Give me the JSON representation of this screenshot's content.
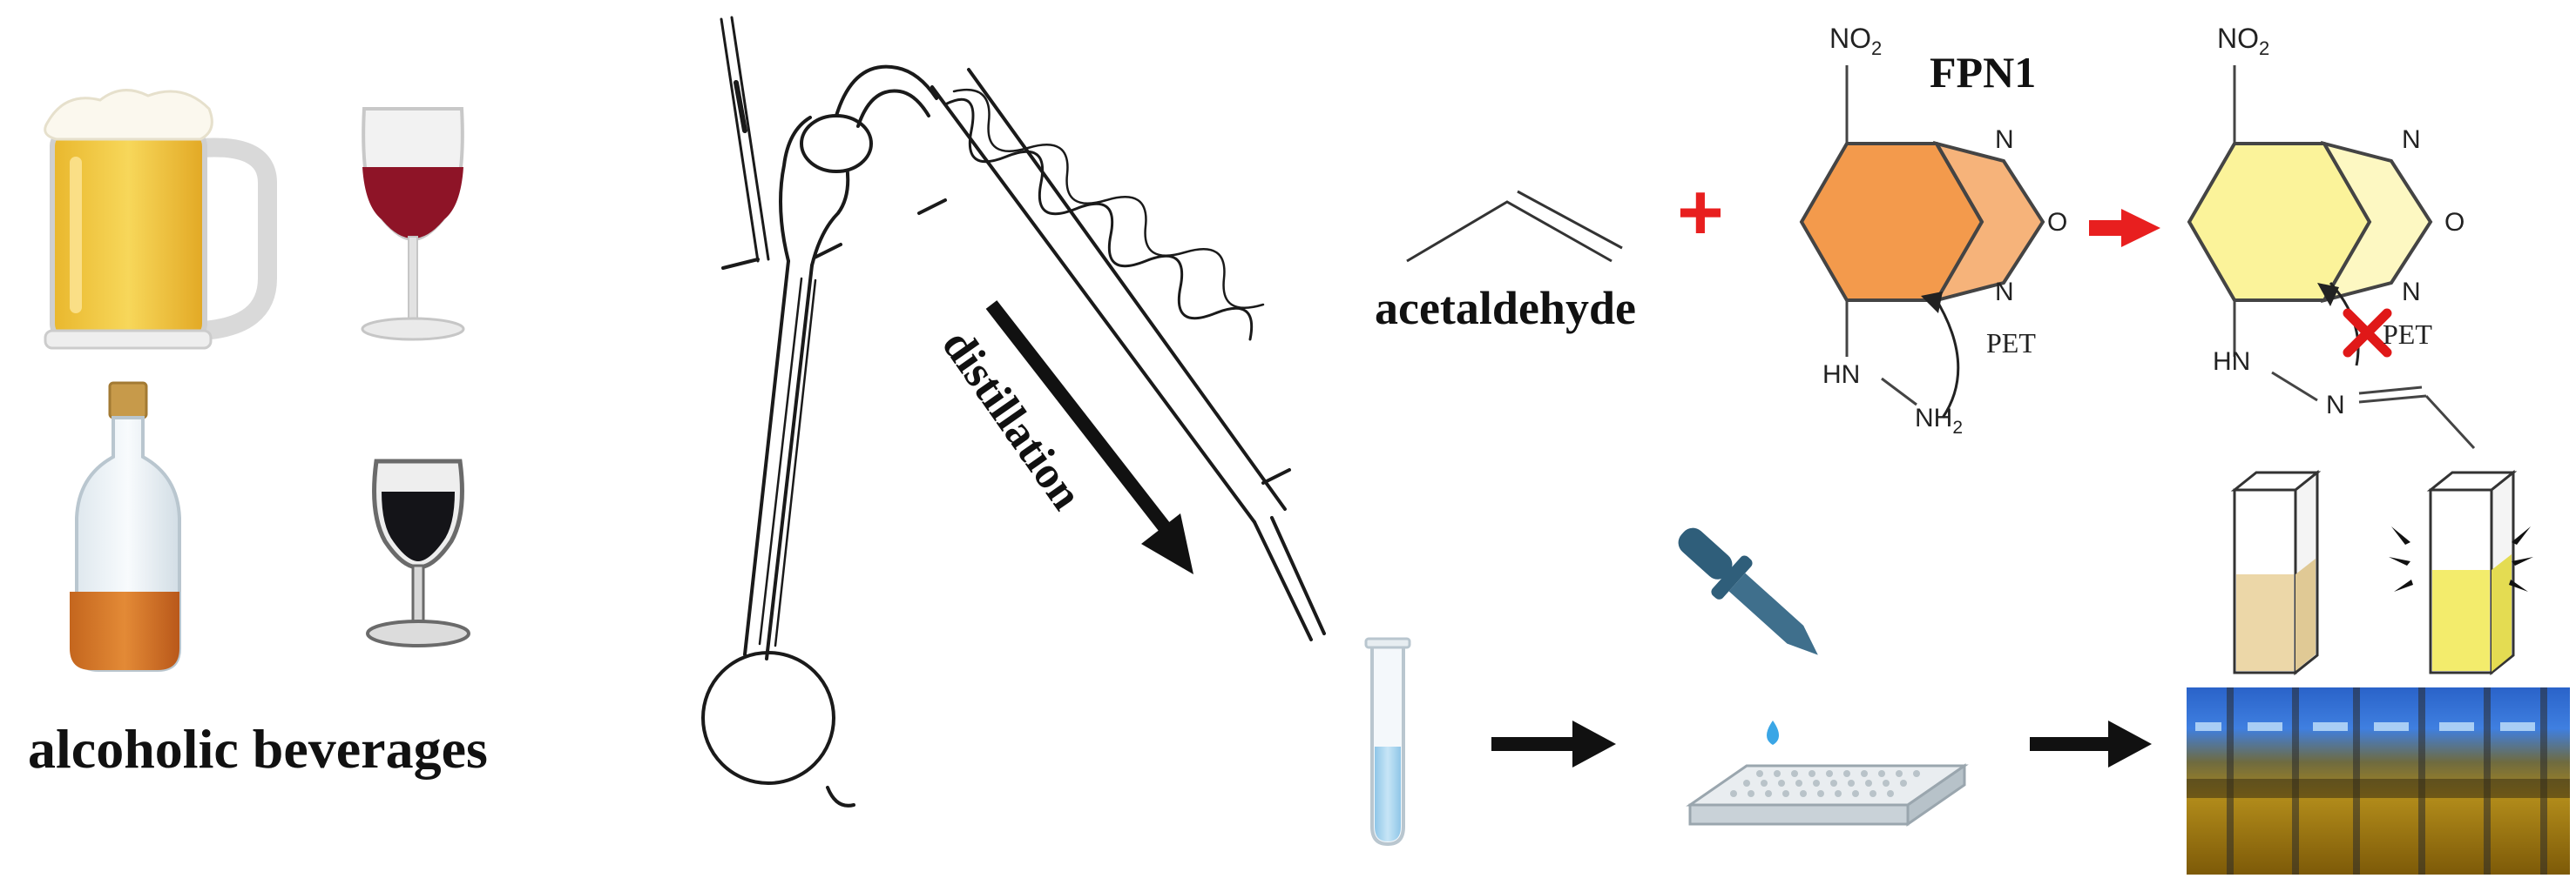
{
  "labels": {
    "beverages": "alcoholic beverages",
    "distillation": "distillation",
    "acetaldehyde": "acetaldehyde",
    "probe": "FPN1",
    "pet": "PET",
    "no2": "NO",
    "no2_sub": "2",
    "nh2": "NH",
    "nh2_sub": "2",
    "hn": "HN",
    "n": "N",
    "o": "O",
    "plus": "+"
  },
  "colors": {
    "reactant_ring": "#f39a4c",
    "product_ring": "#fbf39a",
    "arrow_red": "#e81f1f",
    "cross_red": "#e01818",
    "black_arrow": "#111111",
    "cuvette_liquid_left": "#ecd7a8",
    "cuvette_liquid_right": "#f3ec6c",
    "dropper": "#2f5e7a"
  },
  "icons": {
    "beer": "beer-mug-icon",
    "red_wine": "red-wine-glass-icon",
    "liquor": "liquor-bottle-icon",
    "dark_wine": "dark-wine-glass-icon",
    "apparatus": "distillation-apparatus-icon",
    "test_tube": "test-tube-icon",
    "dropper": "dropper-icon",
    "plate": "well-plate-icon"
  }
}
